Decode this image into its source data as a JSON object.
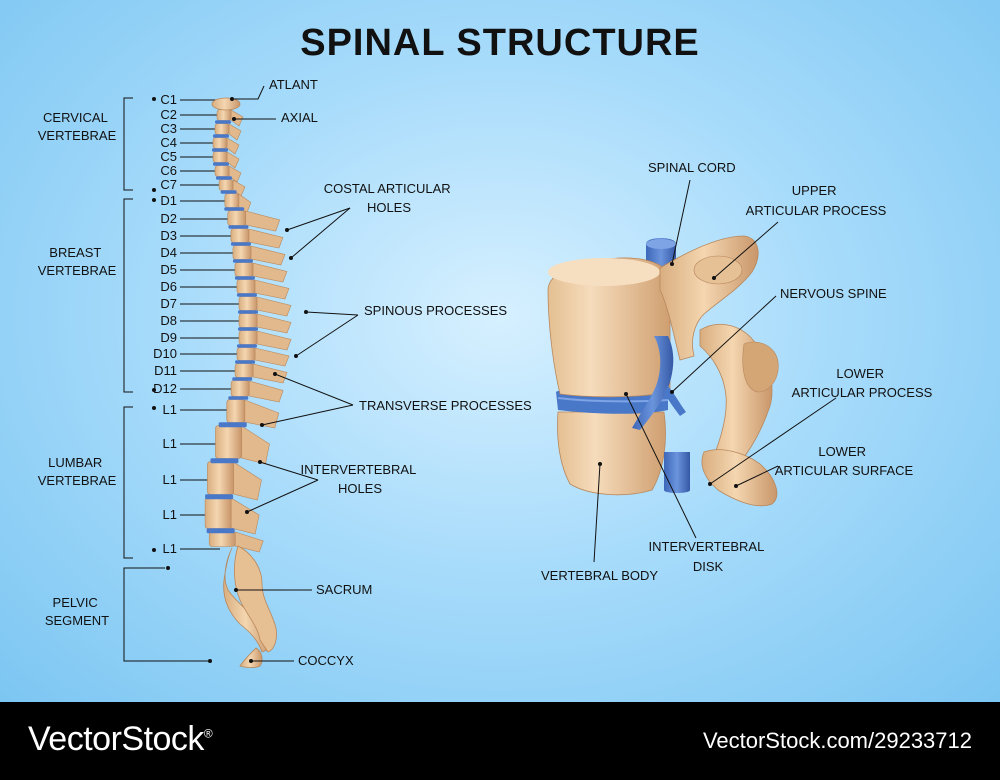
{
  "title": "SPINAL STRUCTURE",
  "groups": {
    "cervical": [
      "CERVICAL",
      "VERTEBRAE"
    ],
    "breast": [
      "BREAST",
      "VERTEBRAE"
    ],
    "lumbar": [
      "LUMBAR",
      "VERTEBRAE"
    ],
    "pelvic": [
      "PELVIC",
      "SEGMENT"
    ]
  },
  "vertebrae": [
    "C1",
    "C2",
    "C3",
    "C4",
    "C5",
    "C6",
    "C7",
    "D1",
    "D2",
    "D3",
    "D4",
    "D5",
    "D6",
    "D7",
    "D8",
    "D9",
    "D10",
    "D11",
    "D12",
    "L1",
    "L1",
    "L1",
    "L1",
    "L1"
  ],
  "spine_labels": {
    "atlant": "ATLANT",
    "axial": "AXIAL",
    "costal": [
      "COSTAL ARTICULAR",
      "HOLES"
    ],
    "spinous": "SPINOUS PROCESSES",
    "transverse": "TRANSVERSE PROCESSES",
    "intervertebral_holes": [
      "INTERVERTEBRAL",
      "HOLES"
    ],
    "sacrum": "SACRUM",
    "coccyx": "COCCYX"
  },
  "vertebra_labels": {
    "spinal_cord": "SPINAL CORD",
    "upper_articular": [
      "UPPER",
      "ARTICULAR PROCESS"
    ],
    "nervous_spine": "NERVOUS SPINE",
    "lower_articular_process": [
      "LOWER",
      "ARTICULAR PROCESS"
    ],
    "lower_articular_surface": [
      "LOWER",
      "ARTICULAR SURFACE"
    ],
    "vertebral_body": "VERTEBRAL BODY",
    "intervertebral_disk": [
      "INTERVERTEBRAL",
      "DISK"
    ]
  },
  "colors": {
    "bone": "#edc9a0",
    "bone_shadow": "#c99a6a",
    "disc": "#4a78c8",
    "background": "#a9dcfb"
  },
  "footer": {
    "brand": "VectorStock",
    "registered_mark": "®",
    "credit": "VectorStock.com/29233712"
  }
}
